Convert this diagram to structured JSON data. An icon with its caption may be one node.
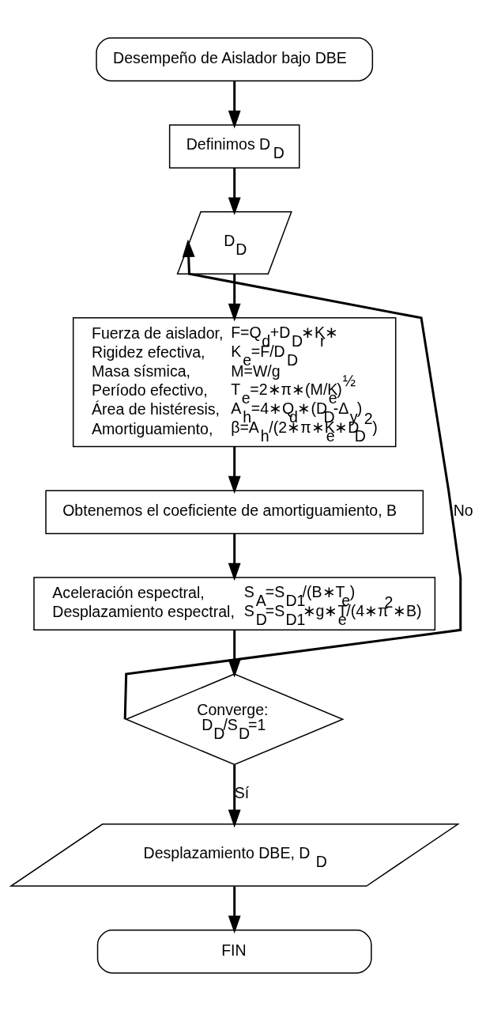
{
  "diagram": {
    "nodes": [
      {
        "text": [
          "Desempeño de Aislador bajo DBE"
        ]
      },
      {
        "text": [
          "Definimos D$_{D}$"
        ]
      },
      {
        "text": [
          "D$_{D}$"
        ]
      },
      {
        "text": [
          "Fuerza de aislador,",
          "F=Q$_{d}$+D$_{D}$∗K$_{r}$∗",
          "Rigidez efectiva,",
          "K$_{e}$=F/D$_{D}$",
          "Masa sísmica,",
          "M=W/g",
          "Período efectivo,",
          "T$_{e}$=2∗π∗(M/K$_{e}$)$^{½}$",
          "Área de histéresis,",
          "A$_{h}$=4∗Q$_{d}$∗(D$_{D}$-Δ$_{y}$)",
          "Amortiguamiento,",
          "β=A$_{h}$/(2∗π∗K$_{e}$∗D$_{D}$$^{2}$)"
        ]
      },
      {
        "text": [
          "Obtenemos el coeficiente de amortiguamiento, B"
        ]
      },
      {
        "text": [
          "Aceleración espectral,",
          "S$_{A}$=S$_{D1}$/(B∗T$_{e}$)",
          "Desplazamiento espectral,",
          "S$_{D}$=S$_{D1}$∗g∗T$_{e}$/(4∗π$^{2}$∗B)"
        ]
      },
      {
        "text": [
          "Converge:",
          "D$_{D}$/S$_{D}$=1"
        ]
      },
      {
        "text": [
          "Desplazamiento DBE, D$_{D}$"
        ]
      },
      {
        "text": [
          "FIN"
        ]
      }
    ],
    "edges": [
      {
        "from": 0,
        "to": 1,
        "arrow": "to"
      },
      {
        "from": 1,
        "to": 2,
        "arrow": "to"
      },
      {
        "from": 2,
        "to": 3,
        "arrow": "to"
      },
      {
        "from": 3,
        "to": 4,
        "arrow": "to"
      },
      {
        "from": 4,
        "to": 5,
        "arrow": "to"
      },
      {
        "from": 5,
        "to": 6,
        "arrow": "to"
      },
      {
        "from": 6,
        "to": 2,
        "arrow": "to",
        "label": "No"
      },
      {
        "from": 6,
        "to": 7,
        "arrow": "to",
        "label": "Sí"
      },
      {
        "from": 7,
        "to": 8,
        "arrow": "to"
      }
    ]
  }
}
